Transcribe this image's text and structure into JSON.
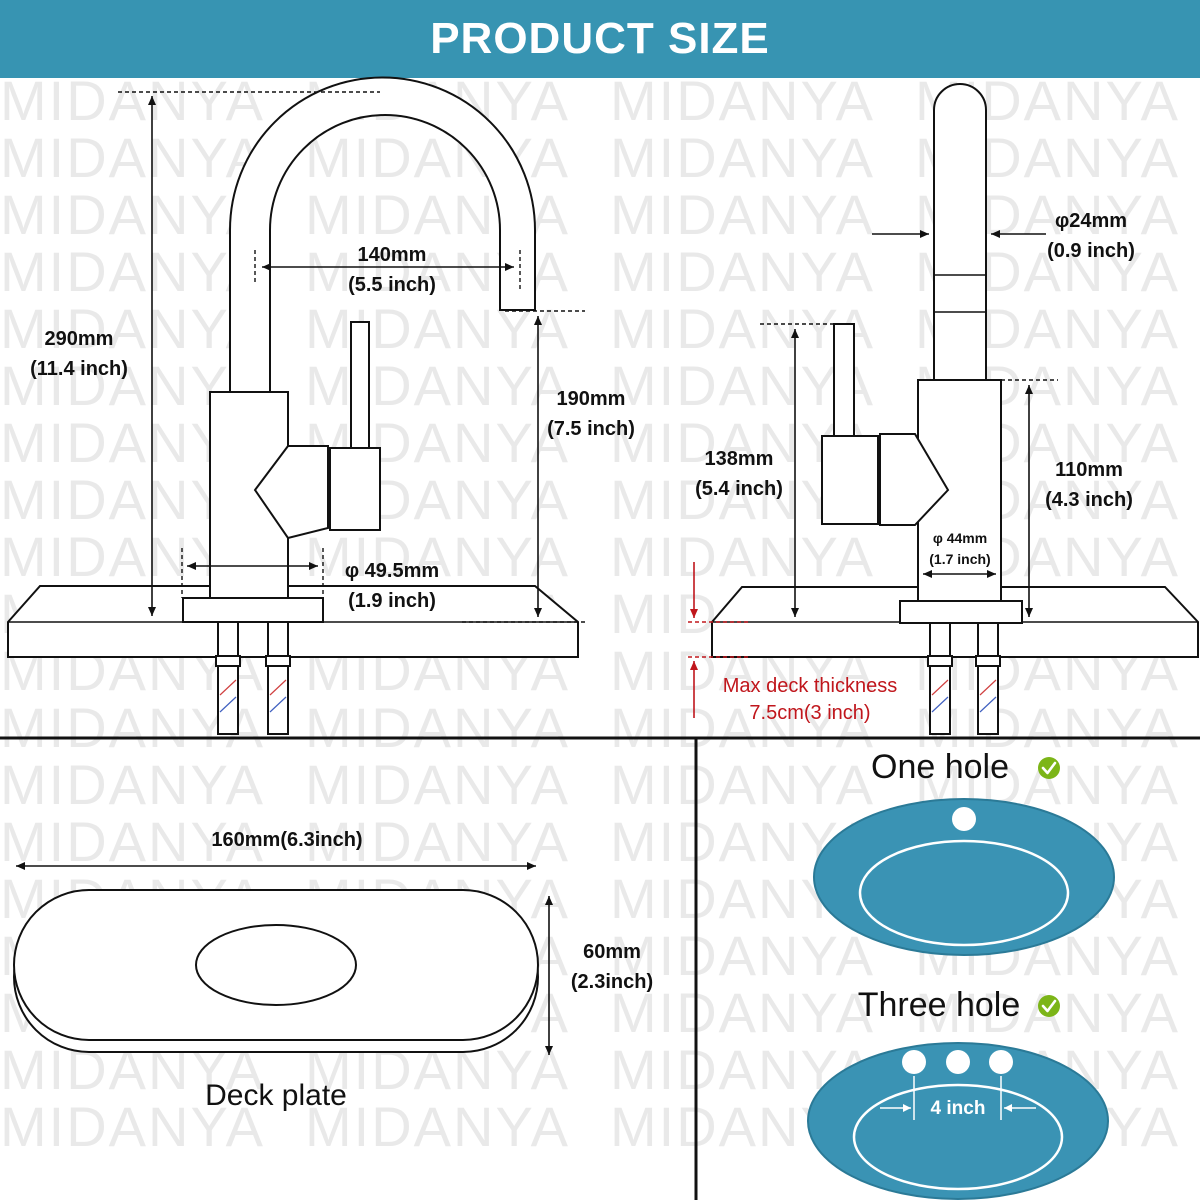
{
  "header": {
    "title": "PRODUCT SIZE"
  },
  "watermark": "MIDANYA",
  "colors": {
    "header_bg": "#3794b2",
    "basin": "#3a93b4",
    "check": "#7cb518",
    "warning_text": "#c0161c"
  },
  "front_view": {
    "spout_reach": {
      "mm": "140mm",
      "inch": "(5.5 inch)"
    },
    "total_height": {
      "mm": "290mm",
      "inch": "(11.4 inch)"
    },
    "spout_height": {
      "mm": "190mm",
      "inch": "(7.5 inch)"
    },
    "base_diameter": {
      "mm": "φ 49.5mm",
      "inch": "(1.9 inch)"
    }
  },
  "side_view": {
    "spout_diameter": {
      "mm": "φ24mm",
      "inch": "(0.9 inch)"
    },
    "handle_height": {
      "mm": "138mm",
      "inch": "(5.4 inch)"
    },
    "body_height": {
      "mm": "110mm",
      "inch": "(4.3 inch)"
    },
    "body_diameter": {
      "mm": "φ 44mm",
      "inch": "(1.7 inch)"
    },
    "deck_thickness": {
      "line1": "Max deck thickness",
      "line2": "7.5cm(3 inch)"
    }
  },
  "deck_plate": {
    "width": "160mm(6.3inch)",
    "height_mm": "60mm",
    "height_inch": "(2.3inch)",
    "caption": "Deck plate"
  },
  "installation": {
    "one_hole": {
      "label": "One hole",
      "icon": "check-icon"
    },
    "three_hole": {
      "label": "Three hole",
      "icon": "check-icon",
      "spacing": "4 inch"
    }
  }
}
